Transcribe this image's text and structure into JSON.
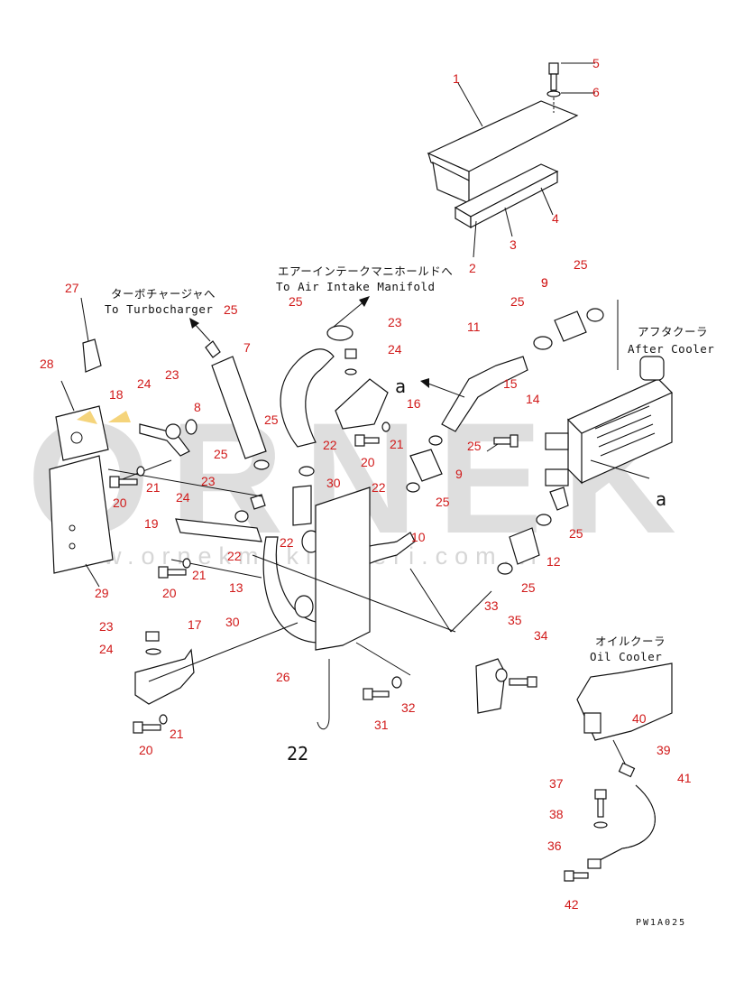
{
  "drawing_code": "PW1A025",
  "watermark": {
    "text": "ORNEK",
    "url": "www.ornekmakinaleri.com.tr"
  },
  "callouts": {
    "to_air_intake_jp": "エアーインテークマニホールドへ",
    "to_air_intake_en": "To Air Intake Manifold",
    "to_turbo_jp": "ターボチャージャへ",
    "to_turbo_en": "To Turbocharger",
    "after_cooler_jp": "アフタクーラ",
    "after_cooler_en": "After Cooler",
    "oil_cooler_jp": "オイルクーラ",
    "oil_cooler_en": "Oil Cooler",
    "ref_a1": "a",
    "ref_a2": "a",
    "ref_22": "22"
  },
  "part_numbers": [
    "1",
    "2",
    "3",
    "4",
    "5",
    "6",
    "7",
    "8",
    "9",
    "9",
    "9",
    "10",
    "11",
    "12",
    "13",
    "14",
    "15",
    "16",
    "17",
    "18",
    "19",
    "20",
    "20",
    "20",
    "20",
    "21",
    "21",
    "21",
    "21",
    "22",
    "22",
    "22",
    "22",
    "23",
    "23",
    "23",
    "23",
    "24",
    "24",
    "24",
    "24",
    "25",
    "25",
    "25",
    "25",
    "25",
    "25",
    "25",
    "25",
    "25",
    "25",
    "26",
    "27",
    "28",
    "29",
    "30",
    "30",
    "31",
    "32",
    "33",
    "34",
    "35",
    "36",
    "37",
    "38",
    "39",
    "40",
    "41",
    "42"
  ]
}
